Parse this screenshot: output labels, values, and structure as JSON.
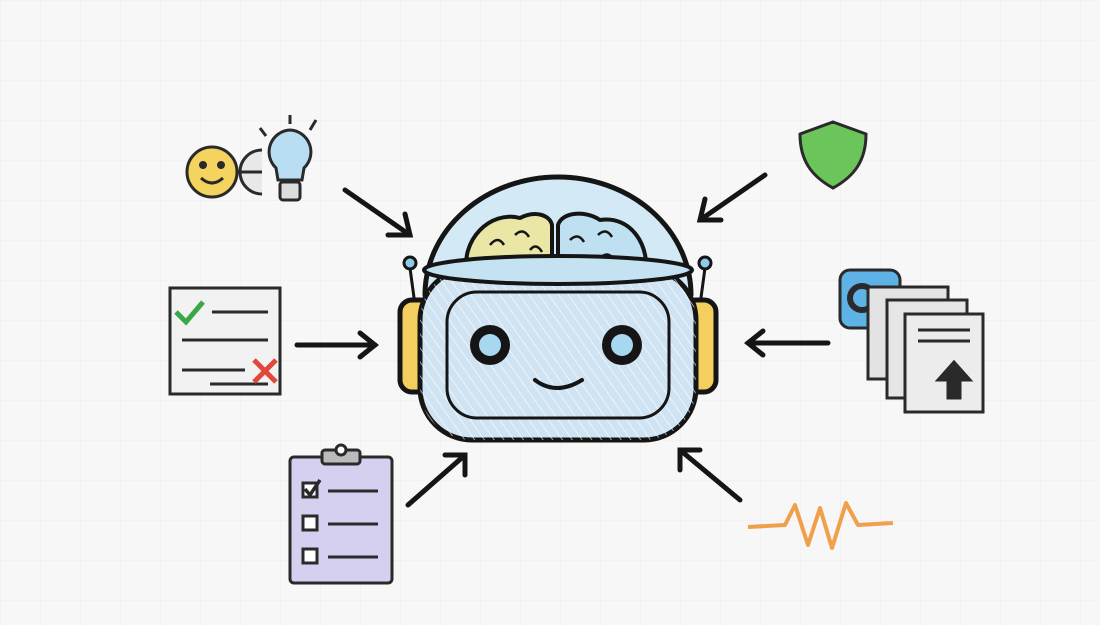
{
  "diagram": {
    "center": {
      "icon": "robot-head-with-brain-icon"
    },
    "inputs": [
      {
        "icon": "smiley-lightbulb-icon",
        "position": "top-left"
      },
      {
        "icon": "checklist-document-icon",
        "position": "left"
      },
      {
        "icon": "clipboard-checklist-icon",
        "position": "bottom-left"
      },
      {
        "icon": "shield-icon",
        "position": "top-right"
      },
      {
        "icon": "document-stack-upload-icon",
        "position": "right"
      },
      {
        "icon": "waveform-icon",
        "position": "bottom-right"
      }
    ],
    "arrow_direction": "toward-center"
  },
  "colors": {
    "background": "#f7f7f7",
    "outline": "#151515",
    "glass": "#cfe3f2",
    "brain_left": "#e9e6a6",
    "brain_right": "#bfe0f0",
    "ear": "#f2cf5e",
    "shield": "#6cc55a",
    "smiley": "#f4d35e",
    "check": "#3aa845",
    "cross": "#e0483c",
    "clipboard": "#d6d0f0",
    "waveform": "#f0a04b",
    "app_icon": "#5fb2e6"
  }
}
